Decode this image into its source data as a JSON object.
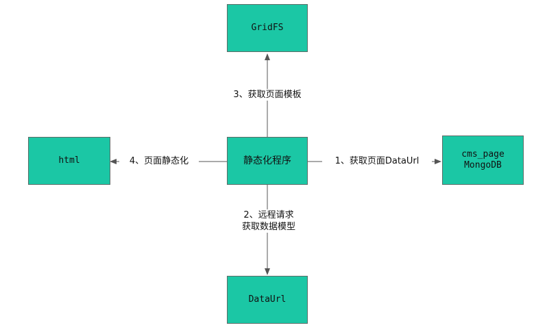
{
  "colors": {
    "box_fill": "#1bc7a5",
    "box_border": "#5c6b66",
    "arrow": "#555555",
    "text": "#111111"
  },
  "nodes": {
    "center": {
      "label": "静态化程序"
    },
    "gridfs": {
      "label": "GridFS"
    },
    "html": {
      "label": "html"
    },
    "cms_page": {
      "line1": "cms_page",
      "line2": "MongoDB"
    },
    "dataurl": {
      "label": "DataUrl"
    }
  },
  "edges": {
    "to_cms_page": {
      "label": "1、获取页面DataUrl"
    },
    "to_dataurl": {
      "line1": "2、远程请求",
      "line2": "获取数据模型"
    },
    "to_gridfs": {
      "label": "3、获取页面模板"
    },
    "to_html": {
      "label": "4、页面静态化"
    }
  }
}
